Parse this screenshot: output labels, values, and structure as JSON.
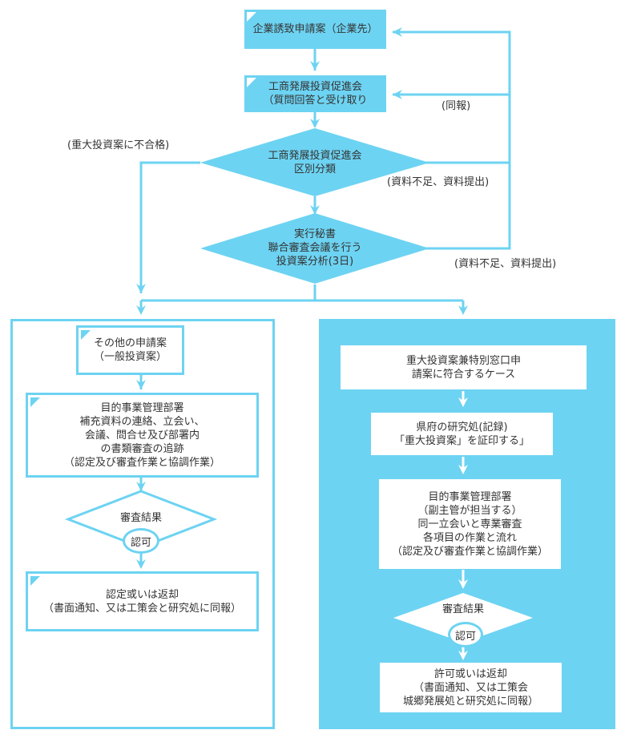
{
  "colors": {
    "accent": "#6dd3f2",
    "text": "#333333",
    "background": "#ffffff"
  },
  "top": {
    "application": "企業誘致申請案（企業先）",
    "council_line1": "工商発展投資促進会",
    "council_line2": "（質問回答と受け取り",
    "classify_line1": "工商発展投資促進会",
    "classify_line2": "区別分類",
    "secretary_line1": "実行秘書",
    "secretary_line2": "聯合審査会議を行う",
    "secretary_line3": "投資案分析(3日)"
  },
  "labels": {
    "notify": "(同報)",
    "not_major": "(重大投資案に不合格)",
    "insufficient_1": "(資料不足、資料提出)",
    "insufficient_2": "(資料不足、資料提出)"
  },
  "left_branch": {
    "other_line1": "その他の申請案",
    "other_line2": "（一般投資案）",
    "dept_line1": "目的事業管理部署",
    "dept_line2": "補充資料の連絡、立会い、",
    "dept_line3": "会議、問合せ及び部署内",
    "dept_line4": "の書類審査の追跡",
    "dept_line5": "（認定及び審査作業と協調作業）",
    "review": "審査結果",
    "approve": "認可",
    "result_line1": "認定或いは返却",
    "result_line2": "（書面通知、又は工策会と研究処に同報）"
  },
  "right_branch": {
    "major_line1": "重大投資案兼特別窓口申",
    "major_line2": "請案に符合するケース",
    "pref_line1": "県府の研究処(記録)",
    "pref_line2": "「重大投資案」を証印する」",
    "dept_line1": "目的事業管理部署",
    "dept_line2": "（副主管が担当する）",
    "dept_line3": "同一立会いと専業審査",
    "dept_line4": "各項目の作業と流れ",
    "dept_line5": "（認定及び審査作業と協調作業）",
    "review": "審査結果",
    "approve": "認可",
    "result_line1": "許可或いは返却",
    "result_line2": "（書面通知、又は工策会",
    "result_line3": "城郷発展処と研究処に同報）"
  }
}
